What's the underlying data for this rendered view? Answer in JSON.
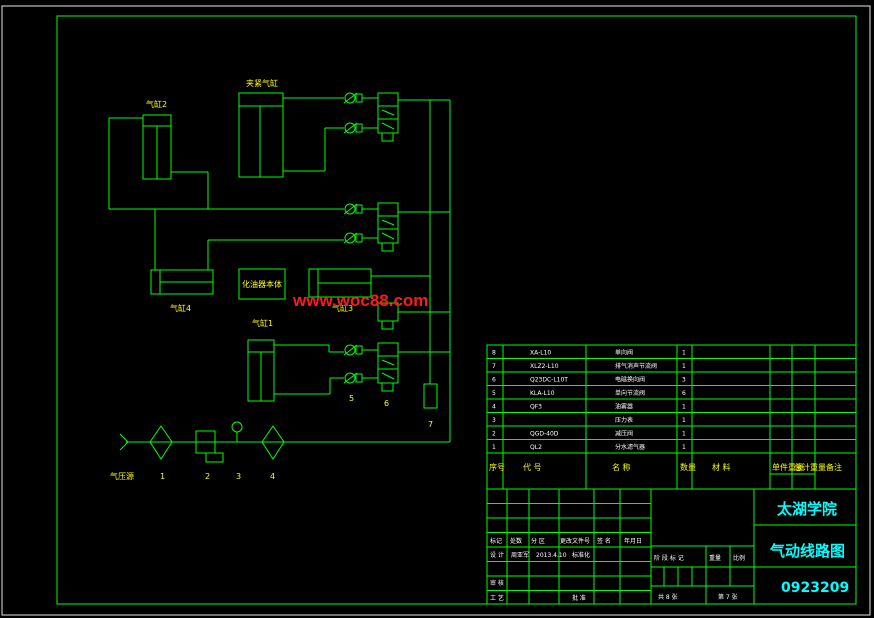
{
  "labels": {
    "cyl2": "气缸2",
    "clamp": "夹紧气缸",
    "cyl4": "气缸4",
    "frl": "化油器本体",
    "cyl3": "气缸3",
    "cyl1": "气缸1",
    "source": "气压源",
    "n1": "1",
    "n2": "2",
    "n3": "3",
    "n4": "4",
    "n5": "5",
    "n6": "6",
    "n7": "7"
  },
  "watermark": "www.woc88.com",
  "bom": {
    "rows": [
      {
        "no": "8",
        "code": "XA-L10",
        "name": "单向阀",
        "qty": "1"
      },
      {
        "no": "7",
        "code": "XLZ2-L10",
        "name": "排气消声节流阀",
        "qty": "1"
      },
      {
        "no": "6",
        "code": "Q23DC-L10T",
        "name": "电磁换向阀",
        "qty": "3"
      },
      {
        "no": "5",
        "code": "KLA-L10",
        "name": "单向节流阀",
        "qty": "6"
      },
      {
        "no": "4",
        "code": "QF3",
        "name": "油雾器",
        "qty": "1"
      },
      {
        "no": "3",
        "code": "",
        "name": "压力表",
        "qty": "1"
      },
      {
        "no": "2",
        "code": "QGD-40D",
        "name": "减压阀",
        "qty": "1"
      },
      {
        "no": "1",
        "code": "QL2",
        "name": "分水滤气器",
        "qty": "1"
      }
    ],
    "header": {
      "no": "序号",
      "code": "代  号",
      "name": "名  称",
      "qty": "数量",
      "material": "材  料",
      "unit_weight": "单件重量",
      "total_weight": "总计重量",
      "remark": "备注"
    }
  },
  "title_block": {
    "school": "太湖学院",
    "title": "气动线路图",
    "drawing_no": "0923209",
    "rev_headers": [
      "标记",
      "处数",
      "分 区",
      "更改文件号",
      "签 名",
      "年月日"
    ],
    "design_label": "设 计",
    "designer": "周亚军",
    "design_date": "2013.4.10",
    "std_label": "标准化",
    "stage_header": "阶 段 标 记",
    "weight_header": "重量",
    "scale_header": "比例",
    "review_label": "审 核",
    "process_label": "工 艺",
    "approve_label": "批 准",
    "total_sheets": "共 8 张",
    "sheet_no": "第 7 张"
  },
  "colors": {
    "line": "#00ff00",
    "label": "#ffff00",
    "text": "#00ffff",
    "watermark": "#ff1a1a",
    "background": "#000000"
  }
}
